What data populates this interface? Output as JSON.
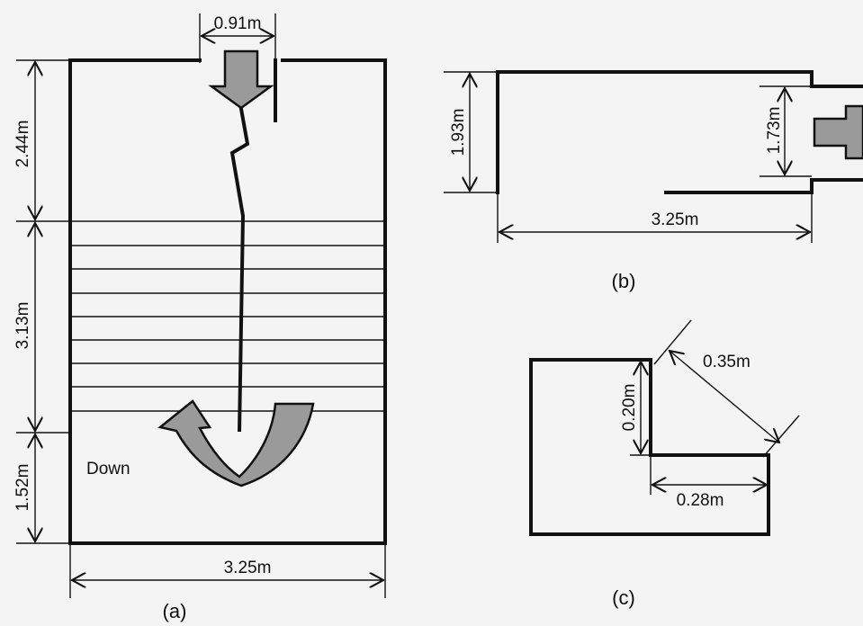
{
  "figure_a": {
    "door_width": "0.91m",
    "landing_top_depth": "2.44m",
    "stair_run": "3.13m",
    "landing_bottom_depth": "1.52m",
    "width": "3.25m",
    "direction_label": "Down",
    "caption": "(a)"
  },
  "figure_b": {
    "room_height": "1.93m",
    "exit_height": "1.73m",
    "length": "3.25m",
    "caption": "(b)"
  },
  "figure_c": {
    "riser": "0.20m",
    "diagonal": "0.35m",
    "tread": "0.28m",
    "caption": "(c)"
  },
  "colors": {
    "wall": "#111111",
    "arrow": "#9a9a9a",
    "background": "#f4f4f4"
  }
}
